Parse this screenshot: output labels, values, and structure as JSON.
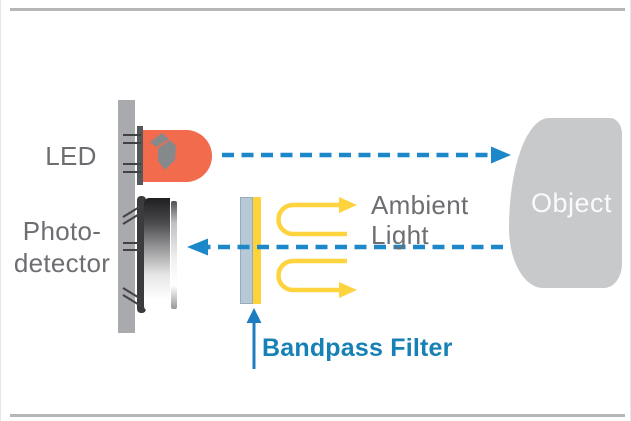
{
  "labels": {
    "led": "LED",
    "photodetector": [
      "Photo-",
      "detector"
    ],
    "ambient_light": [
      "Ambient",
      "Light"
    ],
    "object": "Object",
    "bandpass_filter": "Bandpass Filter"
  },
  "colors": {
    "beam_arrow_blue": "#1c87c9",
    "bandpass_label_blue": "#1681b5",
    "ambient_yellow": "#fdd33e",
    "led_coral": "#f26b4c",
    "label_gray": "#6d6e71",
    "pcb_gray": "#a8aaad",
    "object_gray": "#c8c9cb",
    "filter_glass_blue": "#b7c9d6",
    "filter_coating_yellow": "#ffd23a",
    "frame_gray": "#b4b6b8"
  },
  "icons": {
    "led_chip": "led-chip-icon",
    "emitted_beam": "dashed-arrow-right-icon",
    "reflected_beam": "dashed-arrow-left-icon",
    "ambient_top": "u-turn-arrow-icon",
    "ambient_bottom": "u-turn-arrow-icon",
    "bandpass_pointer": "up-arrow-icon"
  }
}
